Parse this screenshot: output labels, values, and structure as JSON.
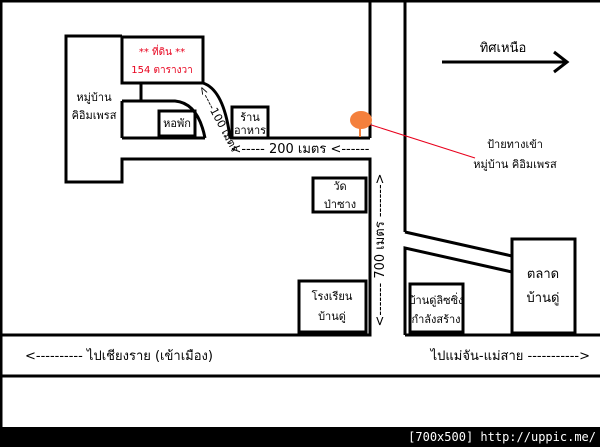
{
  "land": {
    "title": "** ที่ดิน **",
    "size": "154 ตารางวา",
    "color": "#e8001c"
  },
  "village": {
    "line1": "หมู่บ้าน",
    "line2": "คิอิมเพรส"
  },
  "dorm": "หอพัก",
  "shop": {
    "line1": "ร้าน",
    "line2": "อาหาร"
  },
  "distance_100": "<----100 เมตร",
  "distance_200": "<----- 200 เมตร <------",
  "distance_700": "<------- 700 เมตร ------->",
  "north": {
    "label": "ทิศเหนือ",
    "icon": "arrow-right-icon"
  },
  "sign": {
    "line1": "ป้ายทางเข้า",
    "line2": "หมู่บ้าน คิอิมเพรส",
    "marker_color": "#f4803c",
    "pointer_color": "#e8001c"
  },
  "temple": {
    "line1": "วัด",
    "line2": "ป่าซาง"
  },
  "school": {
    "line1": "โรงเรียน",
    "line2": "บ้านดู่"
  },
  "construction": {
    "line1": "บ้านดู่ลิซซิ่ง",
    "line2": "กำลังสร้าง"
  },
  "market": {
    "line1": "ตลาด",
    "line2": "บ้านดู่"
  },
  "road_left": "<---------- ไปเชียงราย (เข้าเมือง)",
  "road_right": "ไปแม่จัน-แม่สาย ----------->",
  "footer": "[700x500] http://uppic.me/"
}
